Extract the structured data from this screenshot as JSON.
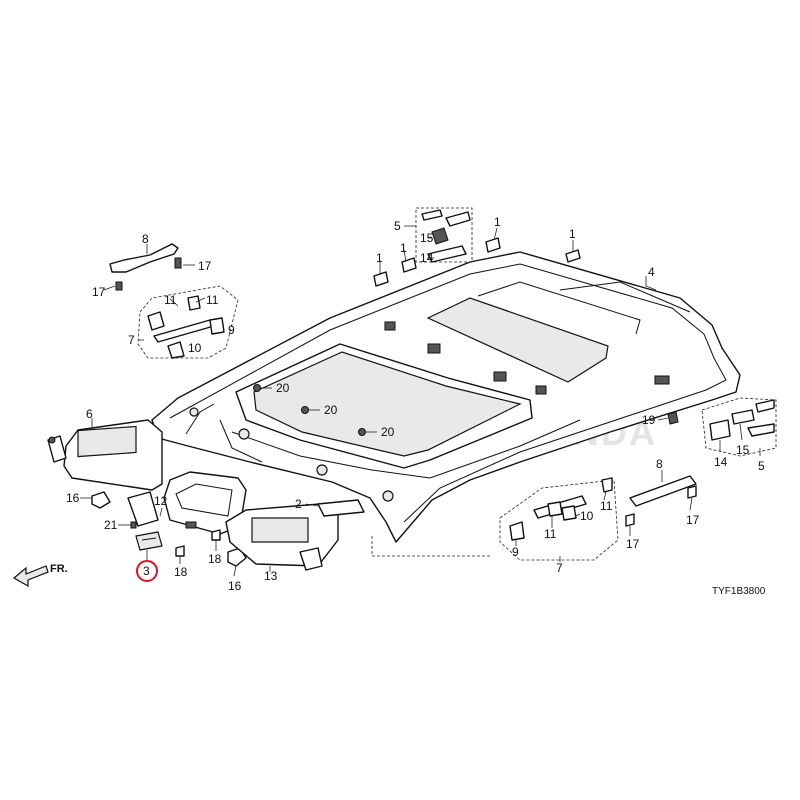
{
  "diagram_code": "TYF1B3800",
  "front_indicator": "FR.",
  "watermark": "HONDA",
  "highlight_color": "#e0141e",
  "callouts": {
    "c1a": "1",
    "c1b": "1",
    "c1c": "1",
    "c1d": "1",
    "c2": "2",
    "c3": "3",
    "c4": "4",
    "c5a": "5",
    "c5b": "5",
    "c6": "6",
    "c7a": "7",
    "c7b": "7",
    "c8a": "8",
    "c8b": "8",
    "c9a": "9",
    "c9b": "9",
    "c10a": "10",
    "c10b": "10",
    "c11a": "11",
    "c11b": "11",
    "c11c": "11",
    "c11d": "11",
    "c12": "12",
    "c13": "13",
    "c14a": "14",
    "c14b": "14",
    "c15a": "15",
    "c15b": "15",
    "c16a": "16",
    "c16b": "16",
    "c17a": "17",
    "c17b": "17",
    "c17c": "17",
    "c17d": "17",
    "c18a": "18",
    "c18b": "18",
    "c19": "19",
    "c20a": "20",
    "c20b": "20",
    "c20c": "20",
    "c21": "21"
  }
}
